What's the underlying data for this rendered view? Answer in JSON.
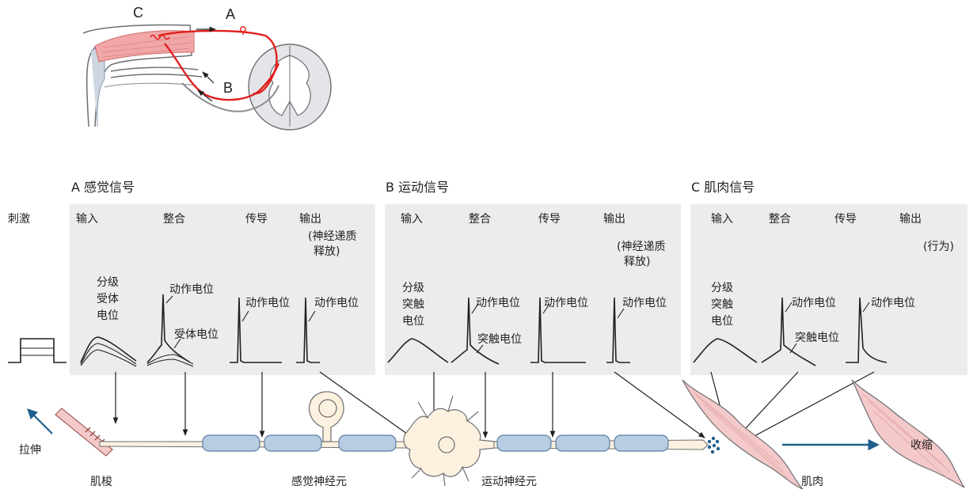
{
  "inset": {
    "label_a": "A",
    "label_b": "B",
    "label_c": "C"
  },
  "sections": {
    "a_title": "A 感觉信号",
    "b_title": "B 运动信号",
    "c_title": "C 肌肉信号"
  },
  "row_labels": {
    "stimulus": "刺激"
  },
  "panel_a": {
    "input": "输入",
    "integration": "整合",
    "conduction": "传导",
    "output": "输出",
    "output_note": [
      "(神经递质",
      "释放)"
    ],
    "graded_potential": [
      "分级",
      "受体",
      "电位"
    ],
    "action_potential_1": "动作电位",
    "receptor_potential": "受体电位",
    "action_potential_2": "动作电位",
    "action_potential_3": "动作电位"
  },
  "panel_b": {
    "input": "输入",
    "integration": "整合",
    "conduction": "传导",
    "output": "输出",
    "output_note": [
      "(神经递质",
      "释放)"
    ],
    "graded_potential": [
      "分级",
      "突触",
      "电位"
    ],
    "action_potential_1": "动作电位",
    "synaptic_potential": "突触电位",
    "action_potential_2": "动作电位",
    "action_potential_3": "动作电位"
  },
  "panel_c": {
    "input": "输入",
    "integration": "整合",
    "conduction": "传导",
    "output": "输出",
    "output_note": "(行为)",
    "graded_potential": [
      "分级",
      "突触",
      "电位"
    ],
    "action_potential_1": "动作电位",
    "synaptic_potential": "突触电位",
    "action_potential_2": "动作电位"
  },
  "bottom_labels": {
    "stretch": "拉伸",
    "muscle_spindle": "肌梭",
    "sensory_neuron": "感觉神经元",
    "motor_neuron": "运动神经元",
    "muscle": "肌肉",
    "contraction": "收缩"
  },
  "colors": {
    "panel_bg": "#ebeced",
    "axon_fill": "#fbf1de",
    "myelin_fill": "#b9cde2",
    "myelin_stroke": "#5b7ea6",
    "muscle_fill": "#f4c9c9",
    "red_path": "#e0201f",
    "blue_arrow": "#1f5e8c",
    "vesicles": "#1f5e8c"
  }
}
